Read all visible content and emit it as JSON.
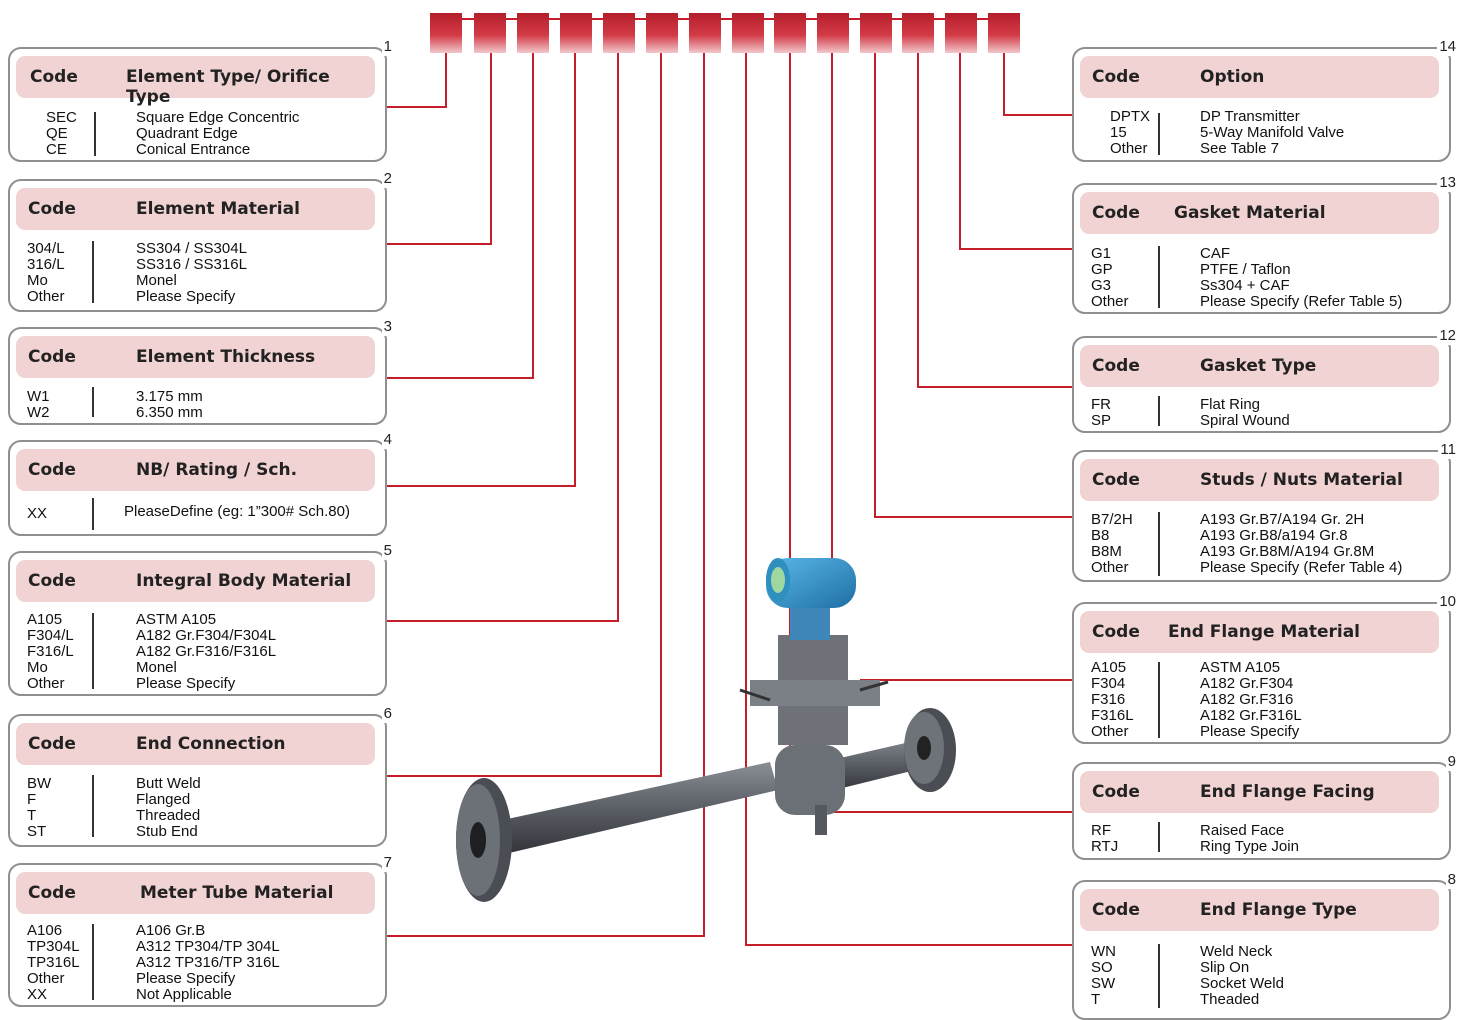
{
  "code_label": "Code",
  "accent_color": "#c41e2a",
  "slot_count": 14,
  "tables": [
    {
      "num": "1",
      "title": "Element Type/ Orifice Type",
      "codes": [
        "SEC",
        "QE",
        "CE"
      ],
      "descriptions": [
        "Square Edge Concentric",
        "Quadrant Edge",
        "Conical Entrance"
      ]
    },
    {
      "num": "2",
      "title": "Element Material",
      "codes": [
        "304/L",
        "316/L",
        "Mo",
        "Other"
      ],
      "descriptions": [
        "SS304 / SS304L",
        "SS316 / SS316L",
        "Monel",
        "Please Specify"
      ]
    },
    {
      "num": "3",
      "title": "Element Thickness",
      "codes": [
        "W1",
        "W2"
      ],
      "descriptions": [
        "3.175 mm",
        "6.350 mm"
      ]
    },
    {
      "num": "4",
      "title": "NB/ Rating / Sch.",
      "codes": [
        "XX"
      ],
      "descriptions": [
        "PleaseDefine (eg: 1”300# Sch.80)"
      ]
    },
    {
      "num": "5",
      "title": "Integral Body Material",
      "codes": [
        "A105",
        "F304/L",
        "F316/L",
        "Mo",
        "Other"
      ],
      "descriptions": [
        "ASTM A105",
        "A182 Gr.F304/F304L",
        "A182 Gr.F316/F316L",
        "Monel",
        "Please Specify"
      ]
    },
    {
      "num": "6",
      "title": "End Connection",
      "codes": [
        "BW",
        "F",
        "T",
        "ST"
      ],
      "descriptions": [
        "Butt Weld",
        "Flanged",
        "Threaded",
        "Stub End"
      ]
    },
    {
      "num": "7",
      "title": "Meter Tube Material",
      "codes": [
        "A106",
        "TP304L",
        "TP316L",
        "Other",
        "XX"
      ],
      "descriptions": [
        "A106 Gr.B",
        "A312 TP304/TP 304L",
        "A312 TP316/TP 316L",
        "Please Specify",
        "Not Applicable"
      ]
    },
    {
      "num": "8",
      "title": "End Flange Type",
      "codes": [
        "WN",
        "SO",
        "SW",
        "T"
      ],
      "descriptions": [
        "Weld Neck",
        "Slip On",
        "Socket Weld",
        "Theaded"
      ]
    },
    {
      "num": "9",
      "title": "End Flange Facing",
      "codes": [
        "RF",
        "RTJ"
      ],
      "descriptions": [
        "Raised Face",
        "Ring Type Join"
      ]
    },
    {
      "num": "10",
      "title": "End Flange Material",
      "codes": [
        "A105",
        "F304",
        "F316",
        "F316L",
        "Other"
      ],
      "descriptions": [
        "ASTM A105",
        "A182 Gr.F304",
        "A182 Gr.F316",
        "A182 Gr.F316L",
        "Please Specify"
      ]
    },
    {
      "num": "11",
      "title": "Studs / Nuts Material",
      "codes": [
        "B7/2H",
        "B8",
        "B8M",
        "Other"
      ],
      "descriptions": [
        "A193 Gr.B7/A194 Gr. 2H",
        "A193 Gr.B8/a194 Gr.8",
        "A193 Gr.B8M/A194 Gr.8M",
        "Please Specify (Refer Table 4)"
      ]
    },
    {
      "num": "12",
      "title": "Gasket Type",
      "codes": [
        "FR",
        "SP"
      ],
      "descriptions": [
        "Flat Ring",
        "Spiral Wound"
      ]
    },
    {
      "num": "13",
      "title": "Gasket Material",
      "codes": [
        "G1",
        "GP",
        "G3",
        "Other"
      ],
      "descriptions": [
        "CAF",
        "PTFE / Taflon",
        "Ss304 + CAF",
        "Please Specify (Refer Table 5)"
      ]
    },
    {
      "num": "14",
      "title": "Option",
      "codes": [
        "DPTX",
        "15",
        "Other"
      ],
      "descriptions": [
        "DP Transmitter",
        "5-Way Manifold Valve",
        "See Table 7"
      ]
    }
  ]
}
